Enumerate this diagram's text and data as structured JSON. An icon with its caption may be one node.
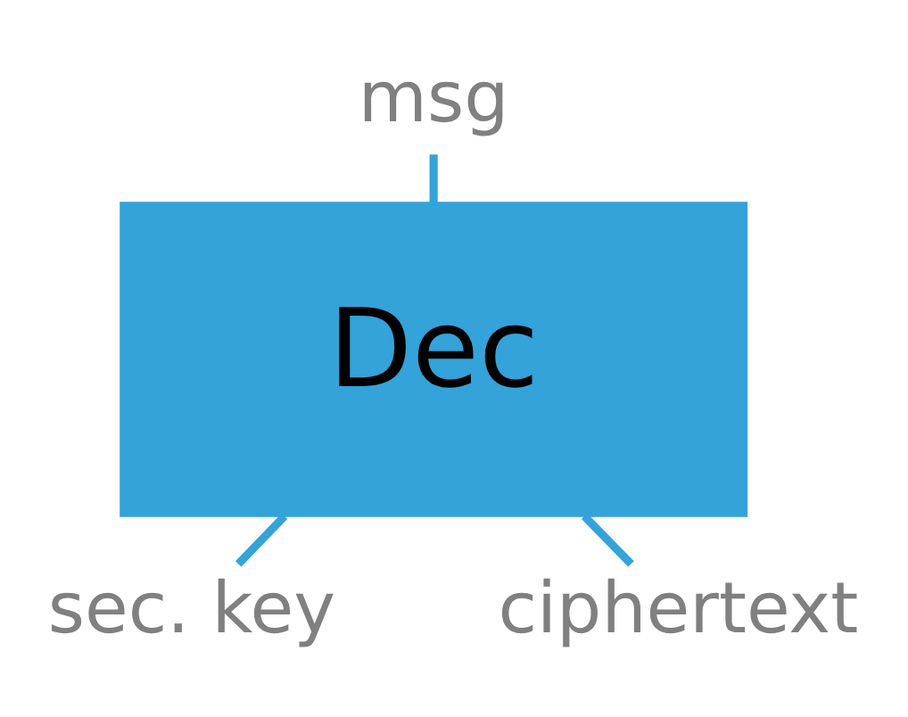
{
  "diagram": {
    "nodes": [
      {
        "text": [
          "msg"
        ]
      },
      {
        "text": [
          "Dec"
        ]
      },
      {
        "text": [
          "sec. key"
        ]
      },
      {
        "text": [
          "ciphertext"
        ]
      }
    ],
    "edges": [
      {
        "from": 2,
        "to": 1,
        "arrow": "none"
      },
      {
        "from": 3,
        "to": 1,
        "arrow": "none"
      },
      {
        "from": 1,
        "to": 0,
        "arrow": "none"
      }
    ]
  }
}
